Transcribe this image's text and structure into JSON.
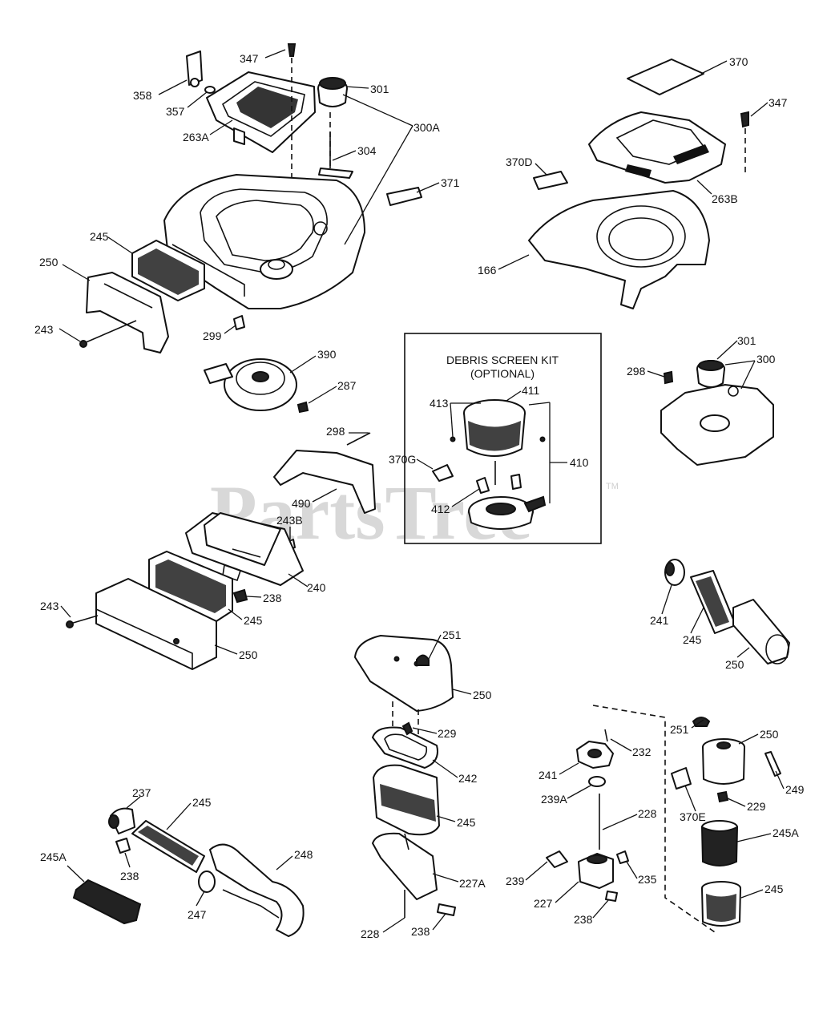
{
  "watermark": {
    "text": "PartsTree",
    "tm": "TM"
  },
  "kit": {
    "title_line1": "DEBRIS SCREEN KIT",
    "title_line2": "(OPTIONAL)"
  },
  "callouts": {
    "c347a": "347",
    "c301a": "301",
    "c358": "358",
    "c357": "357",
    "c263A": "263A",
    "c300A": "300A",
    "c304": "304",
    "c371": "371",
    "c245a": "245",
    "c250a": "250",
    "c243a": "243",
    "c299": "299",
    "c390": "390",
    "c287": "287",
    "c370": "370",
    "c347b": "347",
    "c370D": "370D",
    "c263B": "263B",
    "c166": "166",
    "c413": "413",
    "c411": "411",
    "c370G": "370G",
    "c410": "410",
    "c412": "412",
    "c298a": "298",
    "c490": "490",
    "c243B": "243B",
    "c240": "240",
    "c238a": "238",
    "c245b": "245",
    "c243b": "243",
    "c250b": "250",
    "c301b": "301",
    "c300": "300",
    "c298b": "298",
    "c241a": "241",
    "c245c": "245",
    "c250c": "250",
    "c251a": "251",
    "c250d": "250",
    "c229a": "229",
    "c242": "242",
    "c245d": "245",
    "c227A": "227A",
    "c228a": "228",
    "c238b": "238",
    "c232": "232",
    "c241b": "241",
    "c239A": "239A",
    "c228b": "228",
    "c239": "239",
    "c235": "235",
    "c227": "227",
    "c238c": "238",
    "c251b": "251",
    "c250e": "250",
    "c249": "249",
    "c229b": "229",
    "c370E": "370E",
    "c245A_b": "245A",
    "c245e": "245",
    "c237": "237",
    "c245f": "245",
    "c238d": "238",
    "c248": "248",
    "c247": "247",
    "c245A_a": "245A"
  }
}
